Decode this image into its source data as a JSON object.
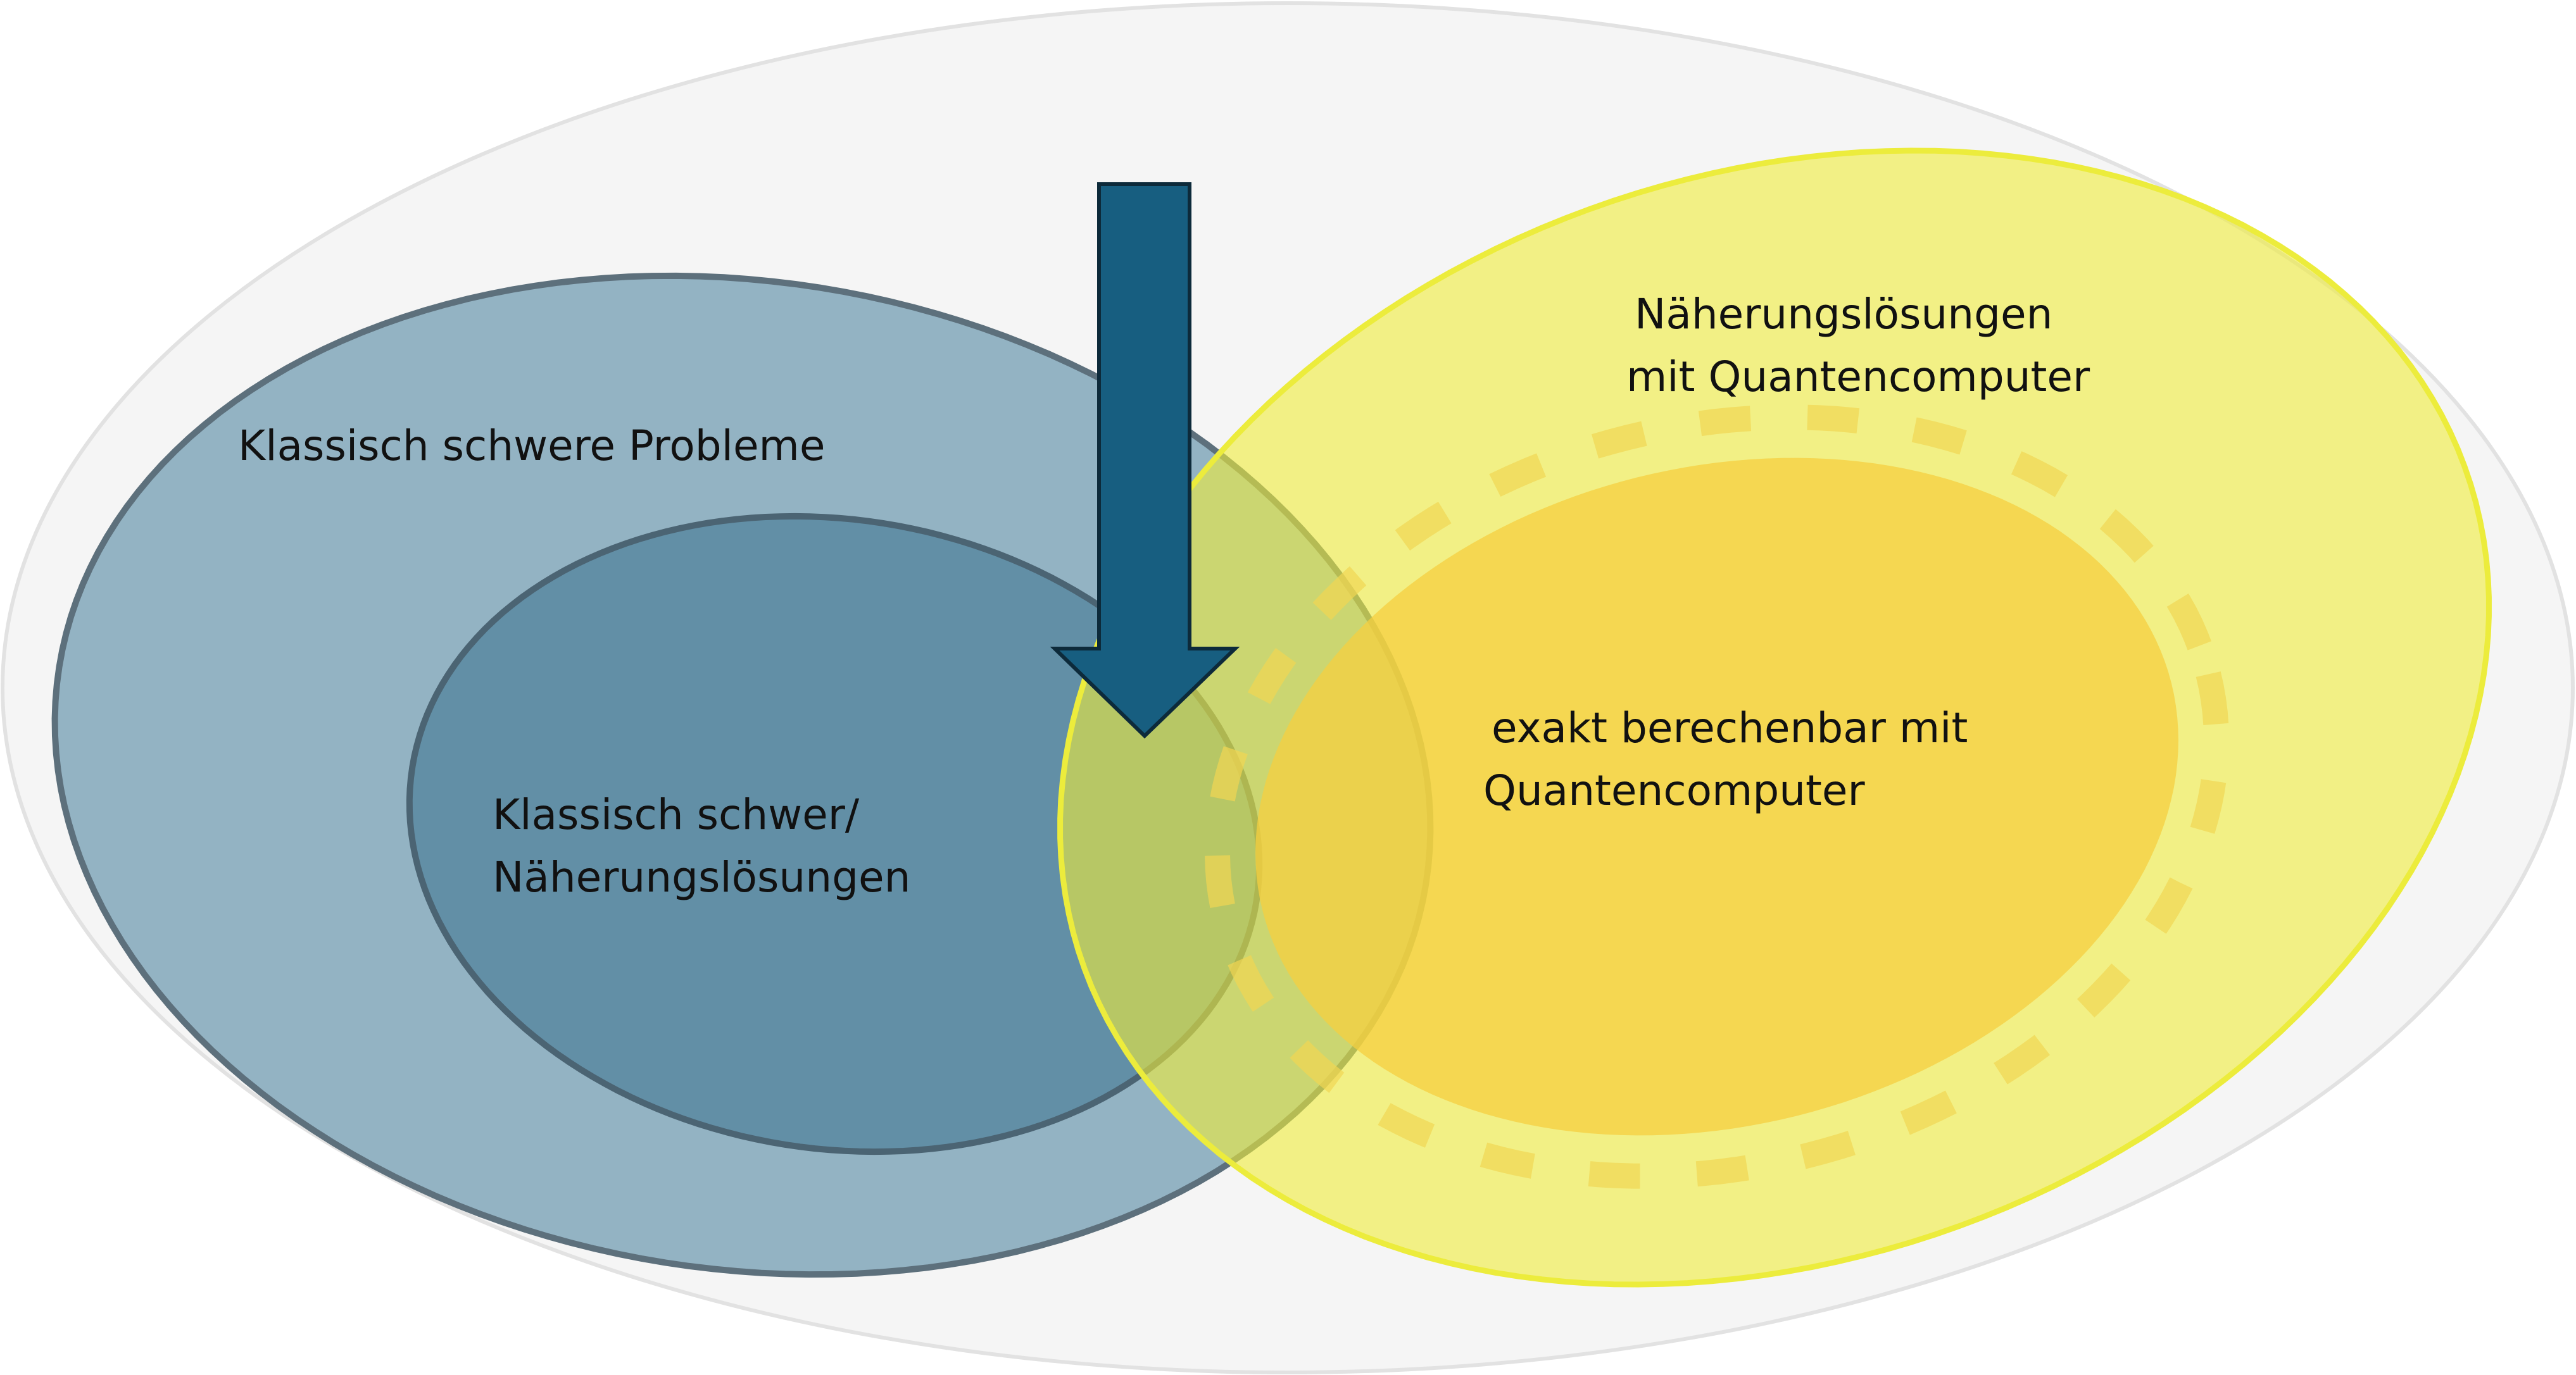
{
  "labels": {
    "classically_hard": "Klassisch schwere Probleme",
    "classically_hard_approx_line1": "Klassisch schwer/",
    "classically_hard_approx_line2": "Näherungslösungen",
    "quantum_approx_line1": "Näherungslösungen",
    "quantum_approx_line2": "mit Quantencomputer",
    "quantum_exact_line1": "exakt berechenbar mit",
    "quantum_exact_line2": "Quantencomputer"
  },
  "colors": {
    "universe": "#f5f5f5",
    "classical_outer": "#93b3c3",
    "classical_inner": "#628fa6",
    "quantum_approx": "#f3f05a",
    "quantum_exact": "#f5d24a",
    "arrow": "#175e80"
  }
}
